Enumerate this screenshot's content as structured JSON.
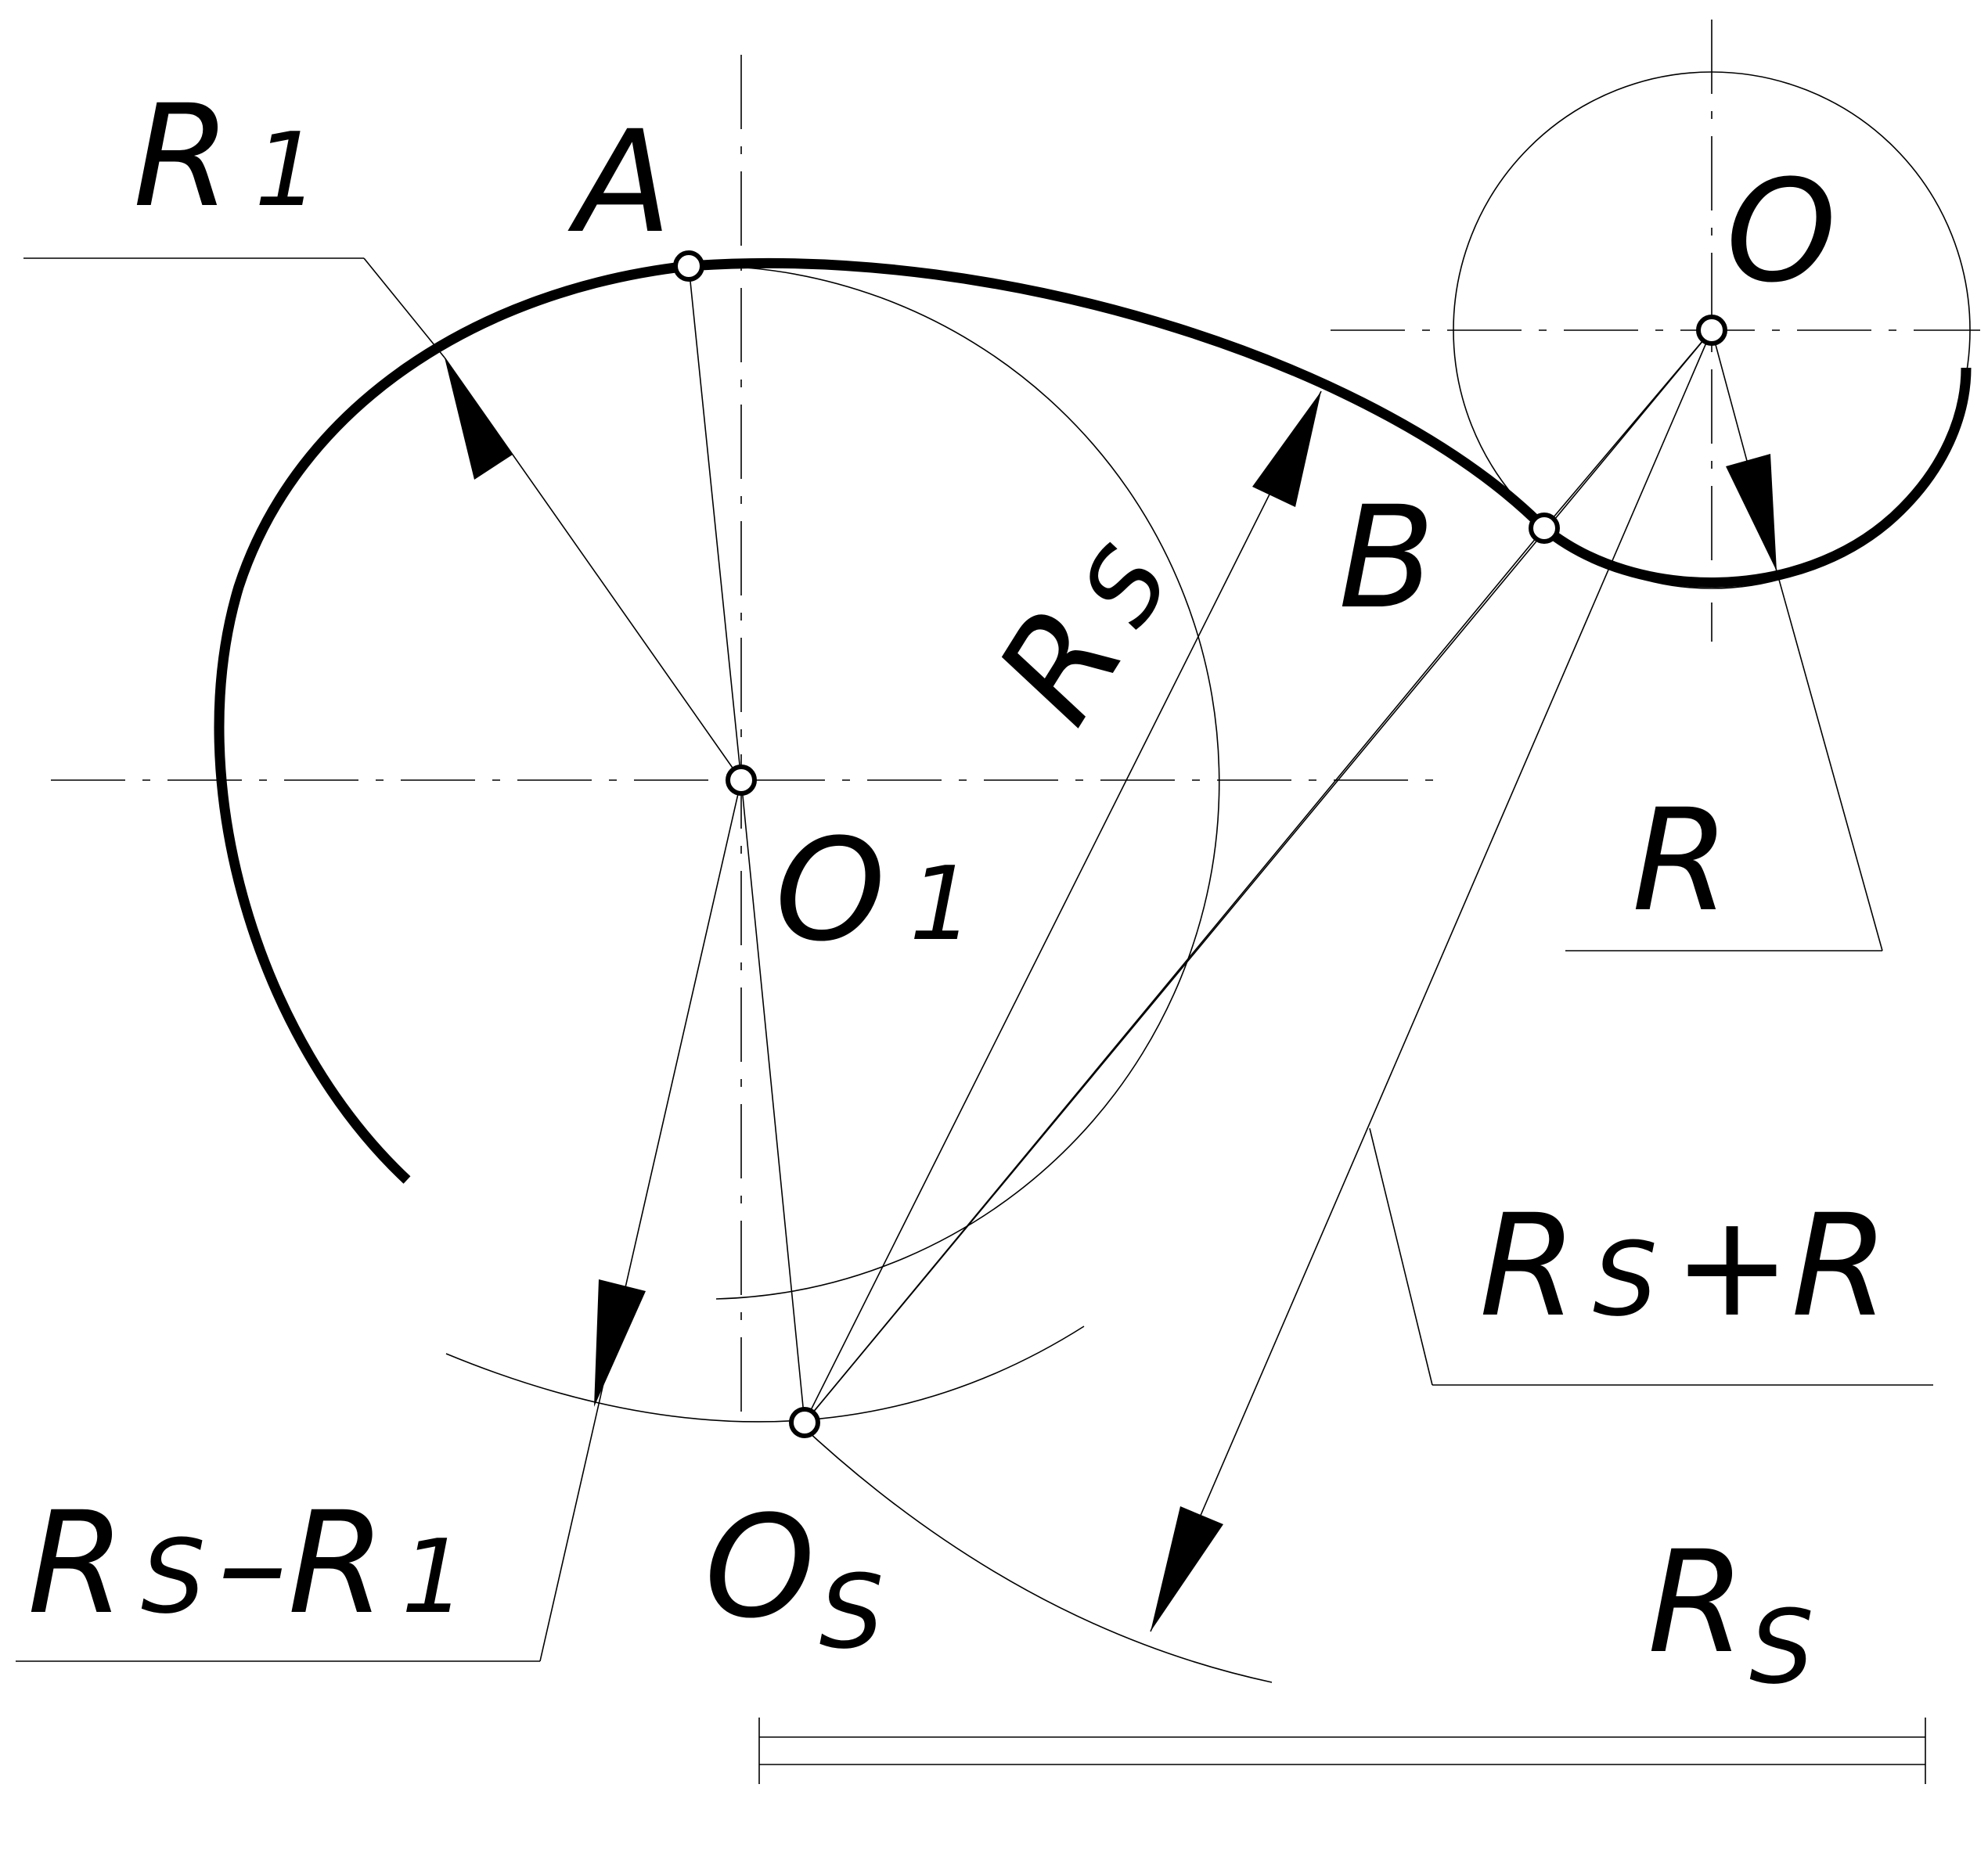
{
  "labels": {
    "R1": {
      "main": "R",
      "sub": "1"
    },
    "A": "A",
    "O": "O",
    "B": "B",
    "Rs_slanted": {
      "main": "R",
      "sub": "S"
    },
    "O1": {
      "main": "O",
      "sub": "1"
    },
    "R": "R",
    "Rs_plus_R": {
      "main": "R",
      "sub": "S",
      "rest": "+R"
    },
    "Rs_minus_R1": {
      "main": "R",
      "sub": "S",
      "rest": "–R",
      "sub2": "1"
    },
    "Os": {
      "main": "O",
      "sub": "S"
    },
    "Rs_bottom": {
      "main": "R",
      "sub": "S"
    }
  },
  "colors": {
    "ink": "#000000",
    "paper": "#ffffff"
  }
}
